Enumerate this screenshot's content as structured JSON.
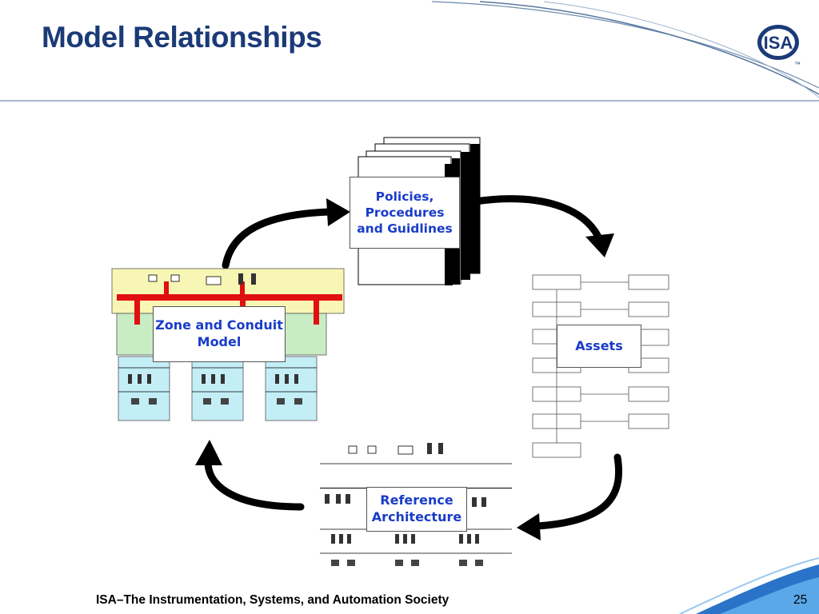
{
  "slide": {
    "title": "Model Relationships",
    "footer": "ISA–The Instrumentation, Systems, and Automation Society",
    "page_number": "25",
    "logo_text": "ISA",
    "logo_tm": "™"
  },
  "diagram": {
    "policies": {
      "line1": "Policies,",
      "line2": "Procedures",
      "line3": "and Guidlines"
    },
    "zone_model": {
      "line1": "Zone and Conduit",
      "line2": "Model"
    },
    "assets": {
      "label": "Assets"
    },
    "reference": {
      "line1": "Reference",
      "line2": "Architecture"
    }
  },
  "colors": {
    "title": "#1b3a78",
    "label_text": "#1a3cc8",
    "conduit_red": "#e01010",
    "enterprise_zone": "#f8f6b4",
    "plant_zone": "#c8ecc4",
    "control_zone": "#c4eef6"
  }
}
